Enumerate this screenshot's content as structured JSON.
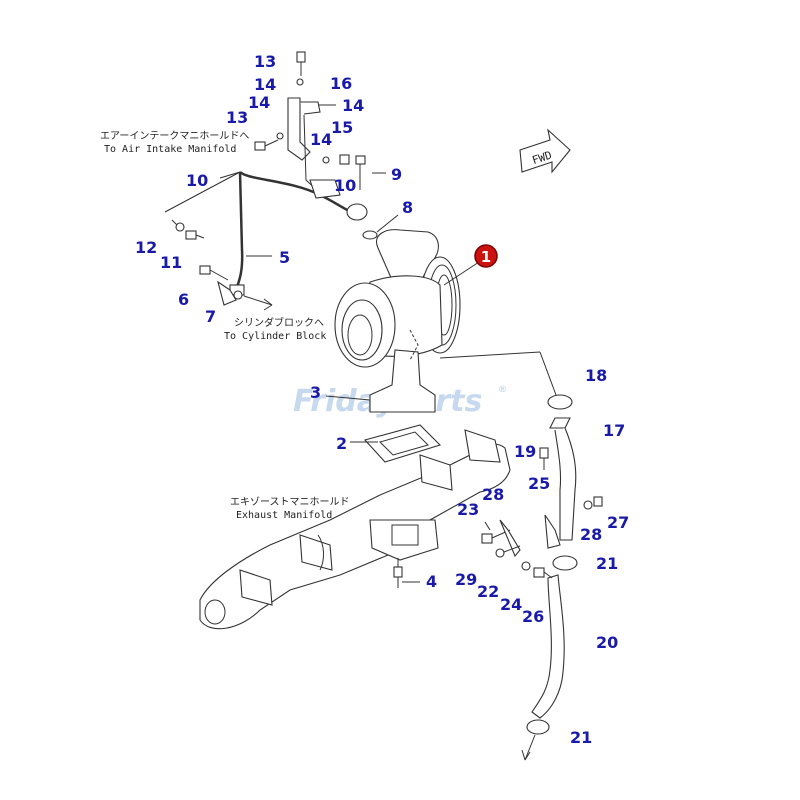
{
  "watermark": {
    "prefix": "Friday",
    "suffix": "Parts",
    "reg": "®"
  },
  "fwd_label": "FWD",
  "main_part": {
    "label": "1",
    "color": "#cc1111"
  },
  "notes": {
    "air_jp": "エアーインテークマニホールドへ",
    "air_en": "To Air Intake Manifold",
    "cyl_jp": "シリンダブロックへ",
    "cyl_en": "To Cylinder Block",
    "exh_jp": "エキゾーストマニホールド",
    "exh_en": "Exhaust Manifold"
  },
  "callouts": {
    "c13a": "13",
    "c14a": "14",
    "c16": "16",
    "c14b": "14",
    "c14c": "14",
    "c13b": "13",
    "c14d": "14",
    "c15": "15",
    "c10a": "10",
    "c10b": "10",
    "c9": "9",
    "c8": "8",
    "c12": "12",
    "c11": "11",
    "c5": "5",
    "c6": "6",
    "c7": "7",
    "c18": "18",
    "c3": "3",
    "c2": "2",
    "c17": "17",
    "c19": "19",
    "c25": "25",
    "c28a": "28",
    "c23": "23",
    "c28b": "28",
    "c27": "27",
    "c21a": "21",
    "c29": "29",
    "c22": "22",
    "c24": "24",
    "c26": "26",
    "c4": "4",
    "c20": "20",
    "c21b": "21"
  }
}
